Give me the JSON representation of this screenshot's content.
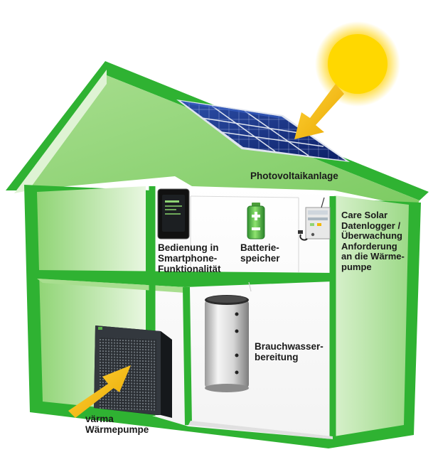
{
  "labels": {
    "pv": "Photovoltaikanlage",
    "smartphone": [
      "Bedienung in",
      "Smartphone-",
      "Funktionalität"
    ],
    "battery": [
      "Batterie-",
      "speicher"
    ],
    "care": [
      "Care Solar",
      "Datenlogger /",
      "Überwachung",
      "Anforderung",
      "an die Wärme-",
      "pumpe"
    ],
    "water": [
      "Brauchwasser-",
      "bereitung"
    ],
    "heatpump": [
      "värma",
      "Wärmepumpe"
    ]
  },
  "colors": {
    "frame_green": "#2fb232",
    "light_green": "#b9e6a6",
    "roof_green": "#8fd474",
    "sun_yellow": "#ffcc00",
    "arrow_yellow": "#f2b600",
    "panel_blue": "#0f2a7a",
    "battery_green": "#3aa83a"
  }
}
